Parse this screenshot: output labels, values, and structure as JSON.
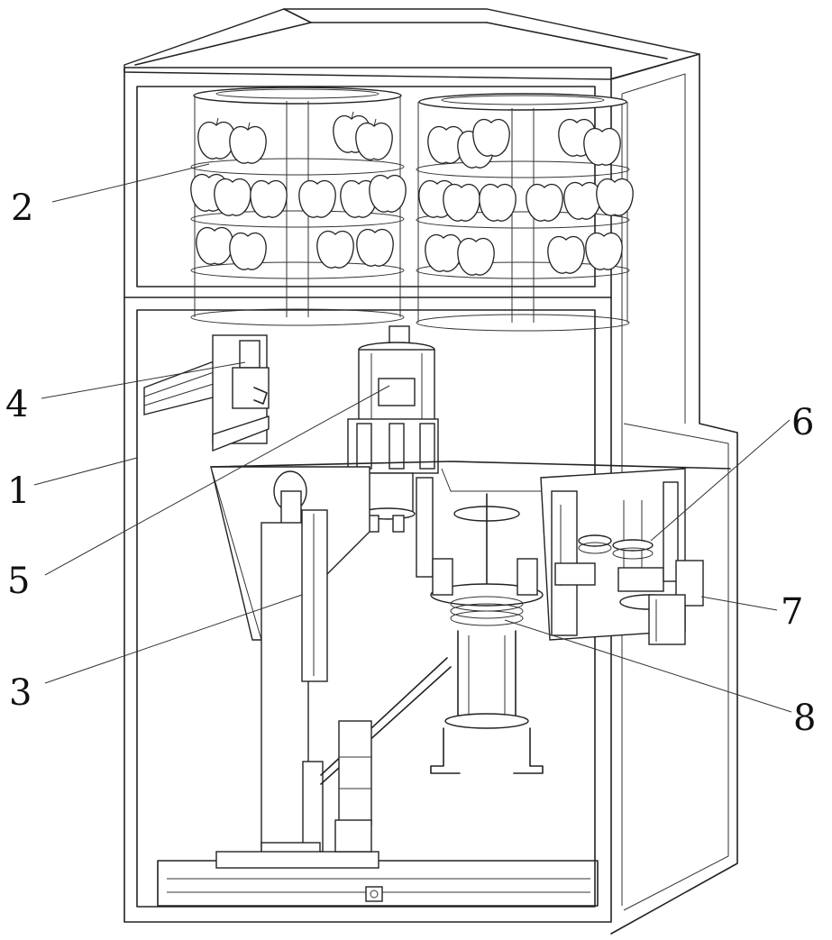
{
  "labels": [
    {
      "id": "frame",
      "text": "1"
    },
    {
      "id": "fruit-storage-rack",
      "text": "2"
    },
    {
      "id": "lifting-column",
      "text": "3"
    },
    {
      "id": "pickup-module",
      "text": "4"
    },
    {
      "id": "gripper-unit",
      "text": "5"
    },
    {
      "id": "peeling-station",
      "text": "6"
    },
    {
      "id": "side-drive",
      "text": "7"
    },
    {
      "id": "rotating-clamp",
      "text": "8"
    }
  ]
}
